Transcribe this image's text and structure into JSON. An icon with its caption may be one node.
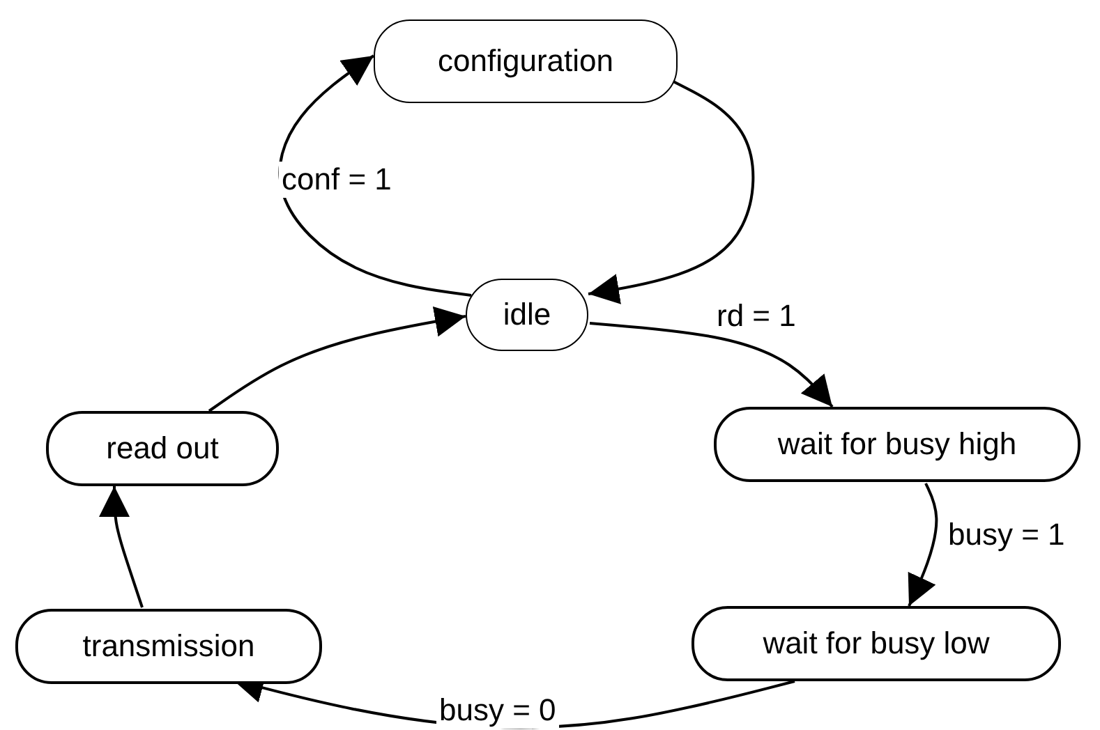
{
  "diagram": {
    "nodes": [
      {
        "text": [
          "configuration"
        ]
      },
      {
        "text": [
          "idle"
        ]
      },
      {
        "text": [
          "wait for busy high"
        ]
      },
      {
        "text": [
          "wait for busy low"
        ]
      },
      {
        "text": [
          "transmission"
        ]
      },
      {
        "text": [
          "read out"
        ]
      }
    ],
    "edges": [
      {
        "from": 1,
        "to": 0,
        "arrow": "to",
        "label": "conf = 1"
      },
      {
        "from": 0,
        "to": 1,
        "arrow": "to"
      },
      {
        "from": 1,
        "to": 2,
        "arrow": "to",
        "label": "rd = 1"
      },
      {
        "from": 2,
        "to": 3,
        "arrow": "to",
        "label": "busy = 1"
      },
      {
        "from": 3,
        "to": 4,
        "arrow": "to",
        "label": "busy = 0"
      },
      {
        "from": 4,
        "to": 5,
        "arrow": "to"
      },
      {
        "from": 5,
        "to": 1,
        "arrow": "to"
      }
    ]
  }
}
